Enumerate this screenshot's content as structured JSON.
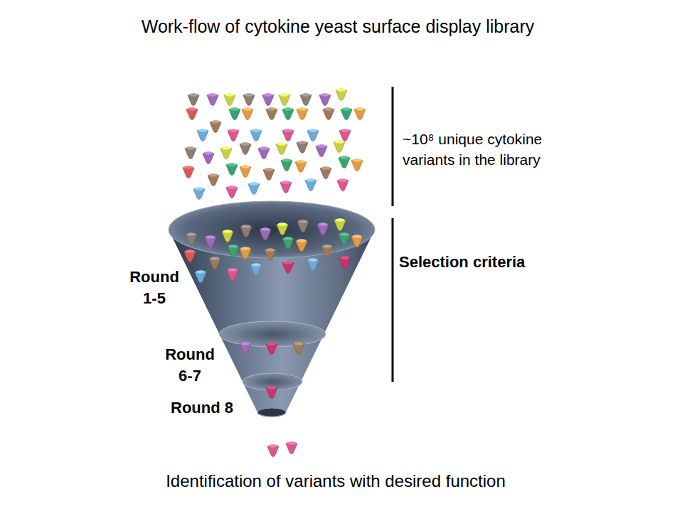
{
  "diagram": {
    "title": "Work-flow of cytokine yeast surface display library",
    "caption": "Identification of variants with desired function",
    "labels": [
      "~10⁸ unique cytokine variants in the library",
      "Selection criteria",
      "Round 1-5",
      "Round 6-7",
      "Round 8"
    ]
  }
}
